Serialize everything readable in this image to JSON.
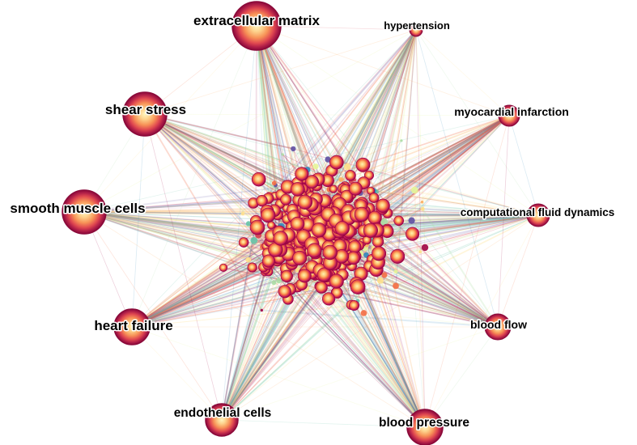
{
  "diagram": {
    "type": "keyword co-occurrence network",
    "hubs": [
      {
        "id": "extracellular-matrix",
        "label": "extracellular matrix",
        "size": "large"
      },
      {
        "id": "hypertension",
        "label": "hypertension",
        "size": "small"
      },
      {
        "id": "shear-stress",
        "label": "shear stress",
        "size": "large"
      },
      {
        "id": "myocardial-infarction",
        "label": "myocardial infarction",
        "size": "small"
      },
      {
        "id": "smooth-muscle-cells",
        "label": "smooth muscle cells",
        "size": "large"
      },
      {
        "id": "computational-fluid-dynamics",
        "label": "computational fluid dynamics",
        "size": "small"
      },
      {
        "id": "heart-failure",
        "label": "heart failure",
        "size": "large"
      },
      {
        "id": "blood-flow",
        "label": "blood flow",
        "size": "small"
      },
      {
        "id": "endothelial-cells",
        "label": "endothelial cells",
        "size": "medium"
      },
      {
        "id": "blood-pressure",
        "label": "blood pressure",
        "size": "medium"
      }
    ],
    "palette": [
      "#9e0142",
      "#d53e4f",
      "#f46d43",
      "#fdae61",
      "#fee08b",
      "#e6f598",
      "#abdda4",
      "#66c2a5",
      "#3288bd",
      "#5e4fa2"
    ],
    "node_gradient": [
      "#fff3b0",
      "#fdbf6f",
      "#f46d43",
      "#c2185b",
      "#8b0a3a"
    ]
  }
}
